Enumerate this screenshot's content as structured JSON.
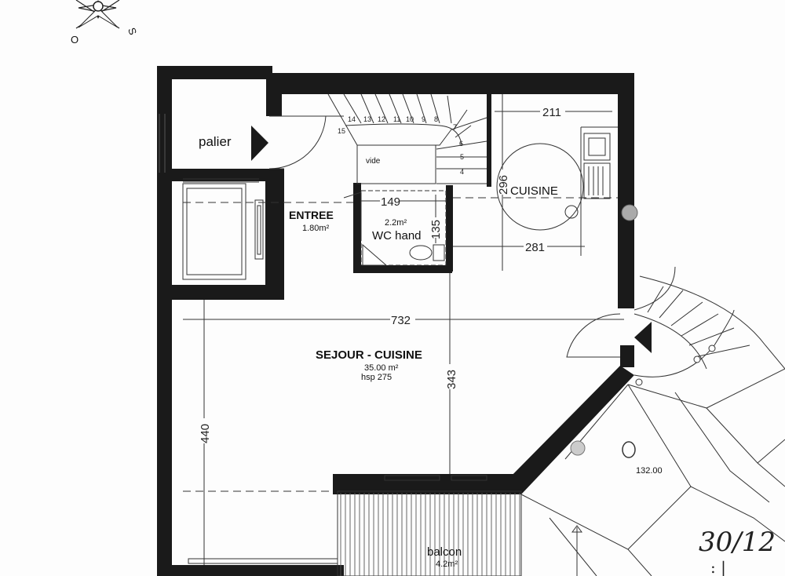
{
  "compass": {
    "west": "O",
    "east": "S"
  },
  "rooms": {
    "palier": "palier",
    "entree": "ENTREE",
    "entree_area": "1.80m²",
    "vide": "vide",
    "wc_area": "2.2m²",
    "wc": "WC hand",
    "cuisine": "CUISINE",
    "sejour": "SEJOUR - CUISINE",
    "sejour_area": "35.00 m²",
    "sejour_hsp": "hsp 275",
    "balcon": "balcon",
    "balcon_area": "4.2m²"
  },
  "dimensions": {
    "d211": "211",
    "d296": "296",
    "d149": "149",
    "d135": "135",
    "d281": "281",
    "d732": "732",
    "d343": "343",
    "d440": "440"
  },
  "stair_steps": [
    "14",
    "13",
    "12",
    "11",
    "10",
    "9",
    "8",
    "7",
    "6",
    "5",
    "4",
    "15"
  ],
  "level": "132.00",
  "handwriting": {
    "note": "30/12"
  }
}
